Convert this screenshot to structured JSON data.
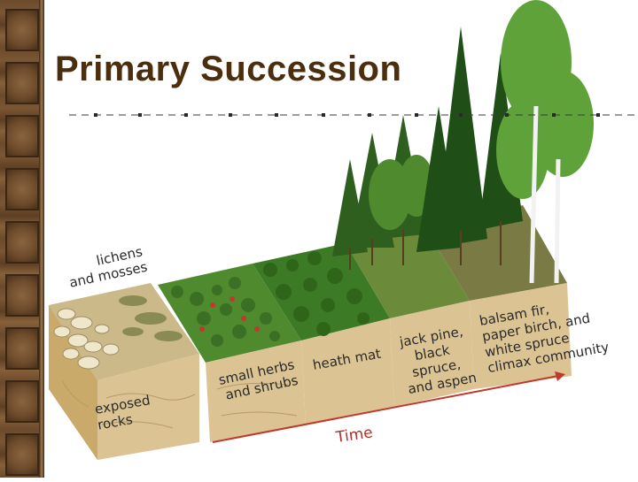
{
  "slide": {
    "title": "Primary Succession"
  },
  "stages": [
    {
      "id": "lichens",
      "label_lines": [
        "lichens",
        "and mosses"
      ]
    },
    {
      "id": "exposed",
      "label_lines": [
        "exposed",
        "rocks"
      ]
    },
    {
      "id": "herbs",
      "label_lines": [
        "small herbs",
        "and shrubs"
      ]
    },
    {
      "id": "heath",
      "label_lines": [
        "heath mat"
      ]
    },
    {
      "id": "jackpine",
      "label_lines": [
        "jack pine,",
        "black",
        "spruce,",
        "and aspen"
      ]
    },
    {
      "id": "climax",
      "label_lines": [
        "balsam fir,",
        "paper birch, and",
        "white spruce",
        "climax community"
      ]
    }
  ],
  "axis": {
    "time_label": "Time",
    "arrow_color": "#c0392b"
  },
  "colors": {
    "title": "#4a2e0e",
    "soil": "#d8c089",
    "soil_dark": "#b89a5c",
    "foliage": "#3f7a2a"
  }
}
